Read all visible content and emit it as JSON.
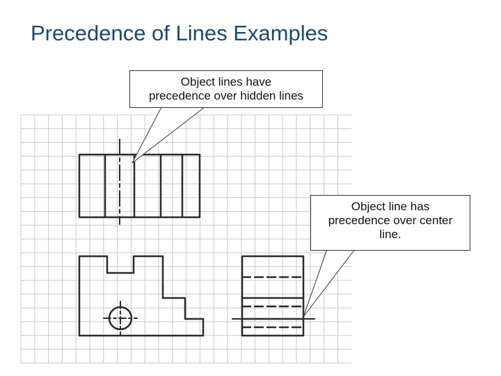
{
  "title": "Precedence of Lines Examples",
  "callouts": {
    "hidden": {
      "line1": "Object lines have",
      "line2": "precedence over hidden lines"
    },
    "center": {
      "line1": "Object line has",
      "line2": "precedence over center",
      "line3": "line."
    }
  },
  "colors": {
    "title": "#1b4a6e",
    "grid": "#c9c9c9",
    "sketch": "#2a2a2a"
  }
}
